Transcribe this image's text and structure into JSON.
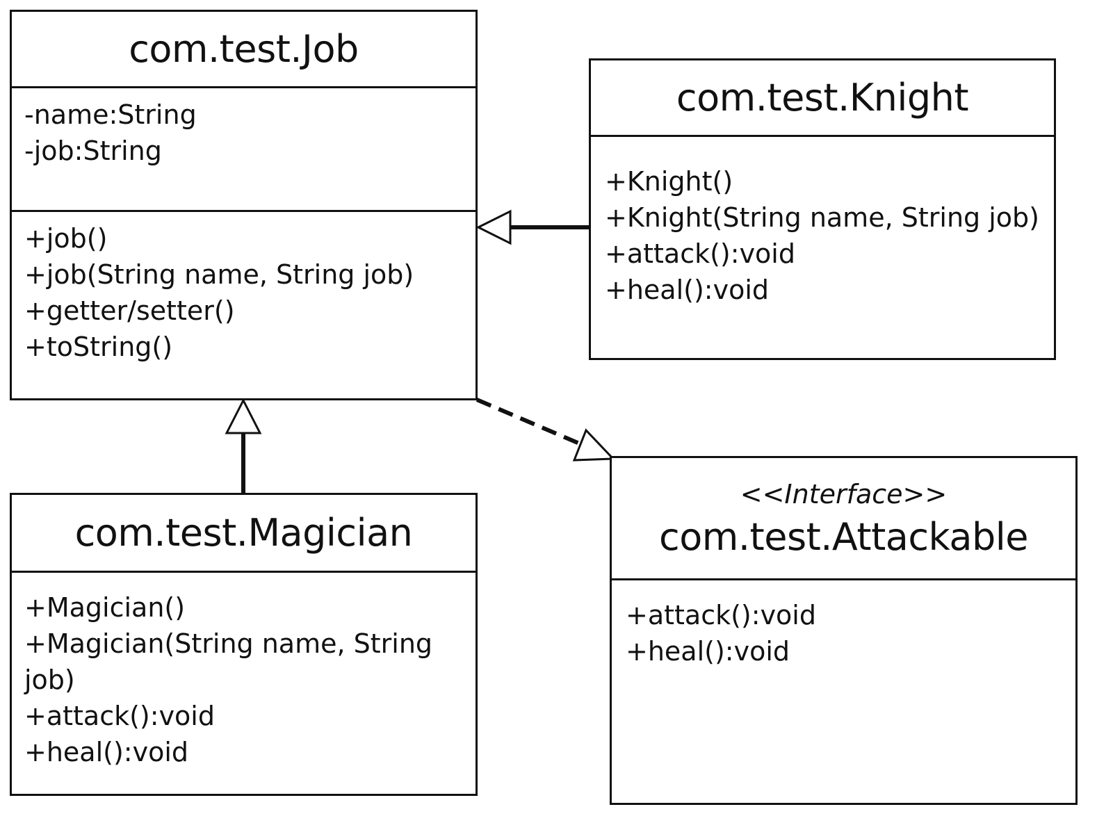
{
  "classes": {
    "job": {
      "name": "com.test.Job",
      "attributes": [
        "-name:String",
        "-job:String"
      ],
      "methods": [
        "+job()",
        "+job(String name, String job)",
        "+getter/setter()",
        "+toString()"
      ]
    },
    "knight": {
      "name": "com.test.Knight",
      "methods": [
        "+Knight()",
        "+Knight(String name, String job)",
        "+attack():void",
        "+heal():void"
      ]
    },
    "magician": {
      "name": "com.test.Magician",
      "methods": [
        "+Magician()",
        "+Magician(String name, String\njob)",
        "+attack():void",
        "+heal():void"
      ]
    },
    "attackable": {
      "stereotype": "<<Interface>>",
      "name": "com.test.Attackable",
      "methods": [
        "+attack():void",
        "+heal():void"
      ]
    }
  },
  "relations": [
    {
      "from": "com.test.Knight",
      "to": "com.test.Job",
      "type": "generalization"
    },
    {
      "from": "com.test.Magician",
      "to": "com.test.Job",
      "type": "generalization"
    },
    {
      "from": "com.test.Job",
      "to": "com.test.Attackable",
      "type": "realization"
    }
  ]
}
